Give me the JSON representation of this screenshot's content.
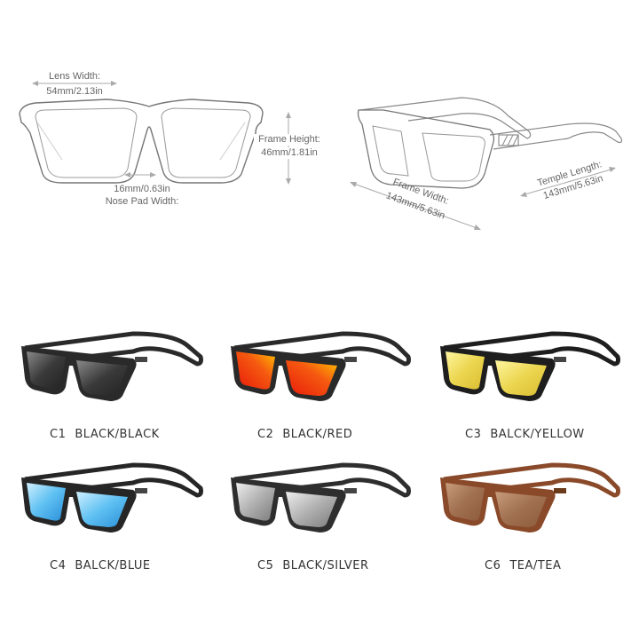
{
  "front_view": {
    "lens_width": {
      "label": "Lens Width:",
      "value": "54mm/2.13in"
    },
    "frame_height": {
      "label": "Frame Height:",
      "value": "46mm/1.81in"
    },
    "nose_pad_width": {
      "label": "Nose Pad Width:",
      "value": "16mm/0.63in"
    }
  },
  "side_view": {
    "frame_width": {
      "label": "Frame Width:",
      "value": "143mm/5.63in"
    },
    "temple_length": {
      "label": "Temple Length:",
      "value": "143mm/5.63in"
    }
  },
  "colors": [
    {
      "code": "C1",
      "name": "BLACK/BLACK",
      "frame": "#2a2a2a",
      "lens": "#3a3a3a",
      "lens_hi": "#8a8a8a"
    },
    {
      "code": "C2",
      "name": "BLACK/RED",
      "frame": "#2a2a2a",
      "lens": "#f03a10",
      "lens_hi": "#ffb000"
    },
    {
      "code": "C3",
      "name": "BALCK/YELLOW",
      "frame": "#1e1e1e",
      "lens": "#e8d24a",
      "lens_hi": "#fff4a0"
    },
    {
      "code": "C4",
      "name": "BALCK/BLUE",
      "frame": "#262626",
      "lens": "#4fb4ef",
      "lens_hi": "#c8ecff"
    },
    {
      "code": "C5",
      "name": "BLACK/SILVER",
      "frame": "#2e2e2e",
      "lens": "#9a9a9a",
      "lens_hi": "#e6e6e6"
    },
    {
      "code": "C6",
      "name": "TEA/TEA",
      "frame": "#8a4a2a",
      "lens": "#9a6a4a",
      "lens_hi": "#c69a7a"
    }
  ]
}
